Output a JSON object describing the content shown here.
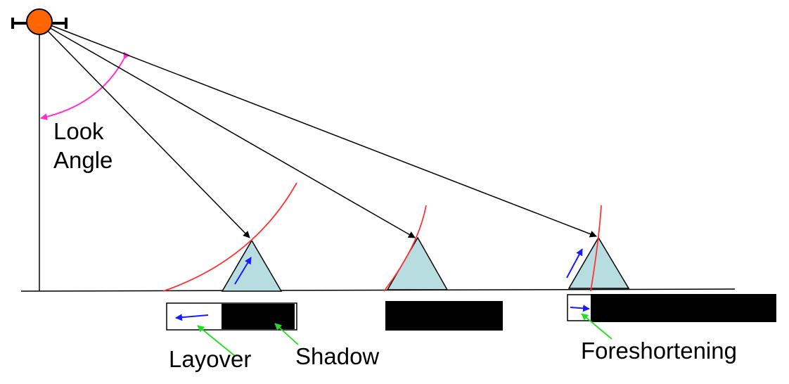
{
  "labels": {
    "look_angle_line1": "Look",
    "look_angle_line2": "Angle",
    "layover": "Layover",
    "shadow": "Shadow",
    "foreshortening": "Foreshortening"
  },
  "colors": {
    "sensor_fill": "#ff6600",
    "target_fill": "#b7dde0",
    "wavefront": "#ff3333",
    "look_arc": "#ff33cc",
    "image_arrow": "#1a1aff",
    "callout": "#22dd22",
    "shadow_fill": "#000000",
    "line": "#000000"
  },
  "icons": {
    "sensor": "orange-circle-satellite-icon"
  }
}
